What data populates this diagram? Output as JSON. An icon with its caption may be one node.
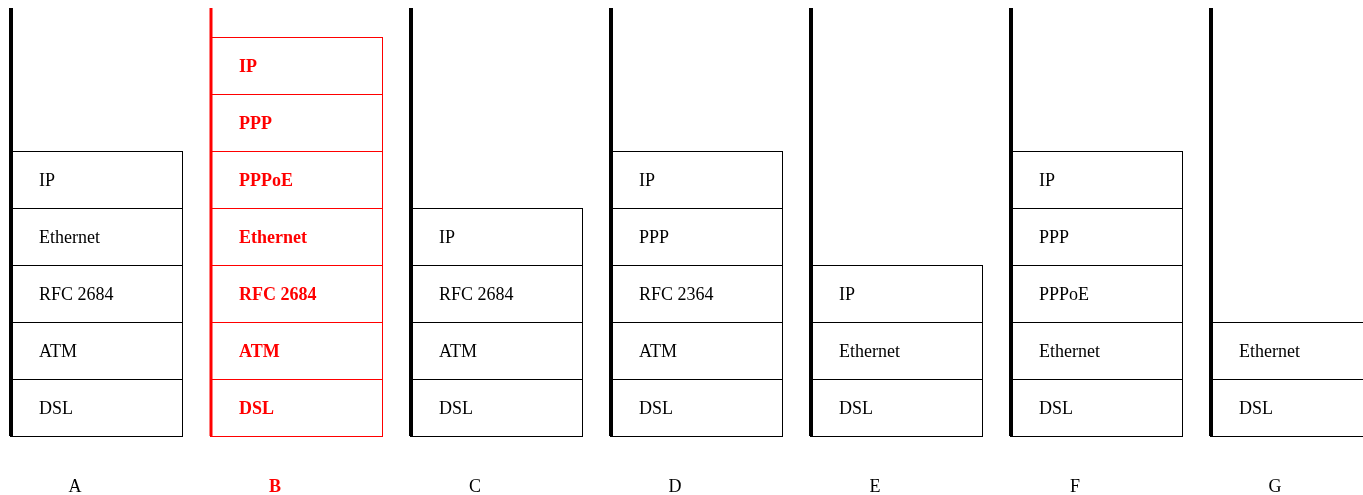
{
  "diagram": {
    "nodes": [
      {
        "text": [
          "IP"
        ]
      },
      {
        "text": [
          "Ethernet"
        ]
      },
      {
        "text": [
          "RFC 2684"
        ]
      },
      {
        "text": [
          "ATM"
        ]
      },
      {
        "text": [
          "DSL"
        ]
      },
      {
        "text": [
          "IP"
        ]
      },
      {
        "text": [
          "PPP"
        ]
      },
      {
        "text": [
          "PPPoE"
        ]
      },
      {
        "text": [
          "Ethernet"
        ]
      },
      {
        "text": [
          "RFC 2684"
        ]
      },
      {
        "text": [
          "ATM"
        ]
      },
      {
        "text": [
          "DSL"
        ]
      },
      {
        "text": [
          "IP"
        ]
      },
      {
        "text": [
          "RFC 2684"
        ]
      },
      {
        "text": [
          "ATM"
        ]
      },
      {
        "text": [
          "DSL"
        ]
      },
      {
        "text": [
          "IP"
        ]
      },
      {
        "text": [
          "PPP"
        ]
      },
      {
        "text": [
          "RFC 2364"
        ]
      },
      {
        "text": [
          "ATM"
        ]
      },
      {
        "text": [
          "DSL"
        ]
      },
      {
        "text": [
          "IP"
        ]
      },
      {
        "text": [
          "Ethernet"
        ]
      },
      {
        "text": [
          "DSL"
        ]
      },
      {
        "text": [
          "IP"
        ]
      },
      {
        "text": [
          "PPP"
        ]
      },
      {
        "text": [
          "PPPoE"
        ]
      },
      {
        "text": [
          "Ethernet"
        ]
      },
      {
        "text": [
          "DSL"
        ]
      },
      {
        "text": [
          "Ethernet"
        ]
      },
      {
        "text": [
          "DSL"
        ]
      }
    ],
    "edges": [],
    "labels": [
      "A",
      "B",
      "C",
      "D",
      "E",
      "F",
      "G"
    ]
  }
}
